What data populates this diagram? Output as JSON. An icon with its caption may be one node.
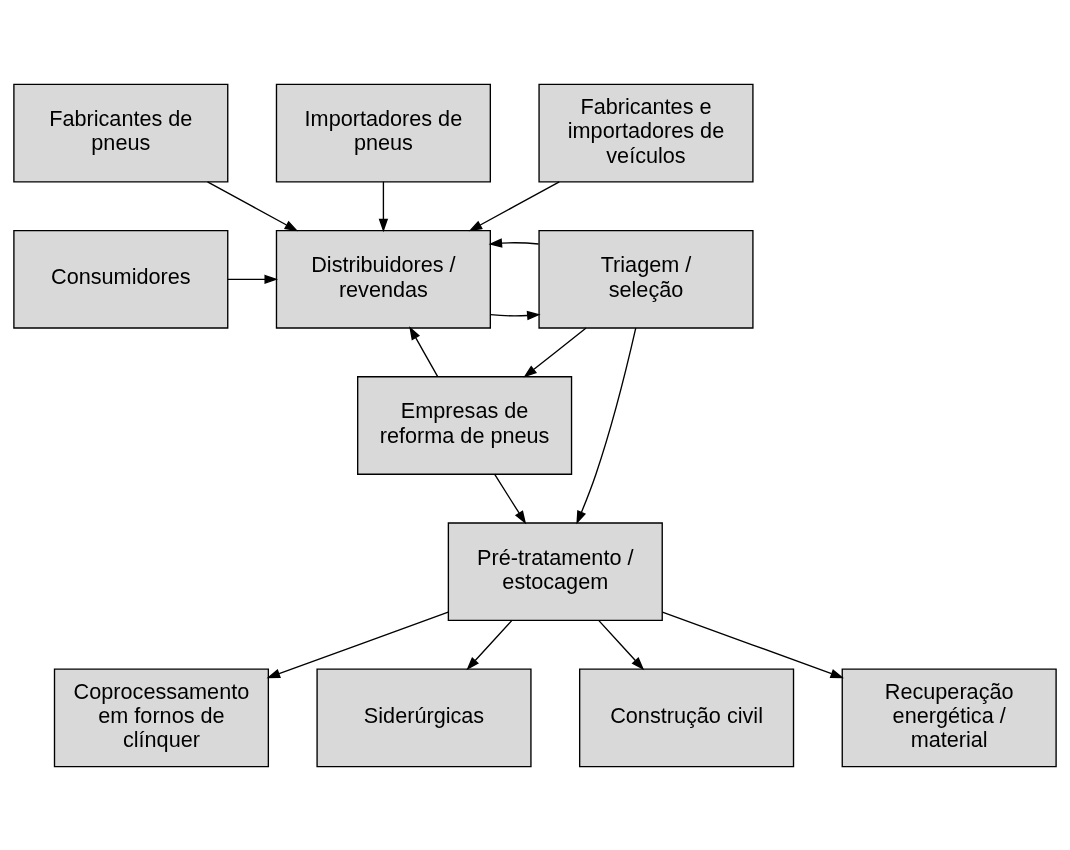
{
  "diagram": {
    "nodes": [
      {
        "text": [
          "Fabricantes de pneus"
        ]
      },
      {
        "text": [
          "Importadores de pneus"
        ]
      },
      {
        "text": [
          "Fabricantes e importadores de veículos"
        ]
      },
      {
        "text": [
          "Consumidores"
        ]
      },
      {
        "text": [
          "Distribuidores / revendas"
        ]
      },
      {
        "text": [
          "Triagem / seleção"
        ]
      },
      {
        "text": [
          "Empresas de reforma de pneus"
        ]
      },
      {
        "text": [
          "Pré-tratamento / estocagem"
        ]
      },
      {
        "text": [
          "Coprocessamento em fornos de clínquer"
        ]
      },
      {
        "text": [
          "Siderúrgicas"
        ]
      },
      {
        "text": [
          "Construção civil"
        ]
      },
      {
        "text": [
          "Recuperação energética / material"
        ]
      }
    ],
    "edges": [
      {
        "from": 0,
        "to": 4,
        "arrow": "to"
      },
      {
        "from": 1,
        "to": 4,
        "arrow": "to"
      },
      {
        "from": 2,
        "to": 4,
        "arrow": "to"
      },
      {
        "from": 3,
        "to": 4,
        "arrow": "to"
      },
      {
        "from": 4,
        "to": 5,
        "arrow": "to"
      },
      {
        "from": 5,
        "to": 4,
        "arrow": "to"
      },
      {
        "from": 6,
        "to": 4,
        "arrow": "to"
      },
      {
        "from": 5,
        "to": 6,
        "arrow": "to"
      },
      {
        "from": 5,
        "to": 7,
        "arrow": "to"
      },
      {
        "from": 6,
        "to": 7,
        "arrow": "to"
      },
      {
        "from": 7,
        "to": 8,
        "arrow": "to"
      },
      {
        "from": 7,
        "to": 9,
        "arrow": "to"
      },
      {
        "from": 7,
        "to": 10,
        "arrow": "to"
      },
      {
        "from": 7,
        "to": 11,
        "arrow": "to"
      }
    ]
  }
}
